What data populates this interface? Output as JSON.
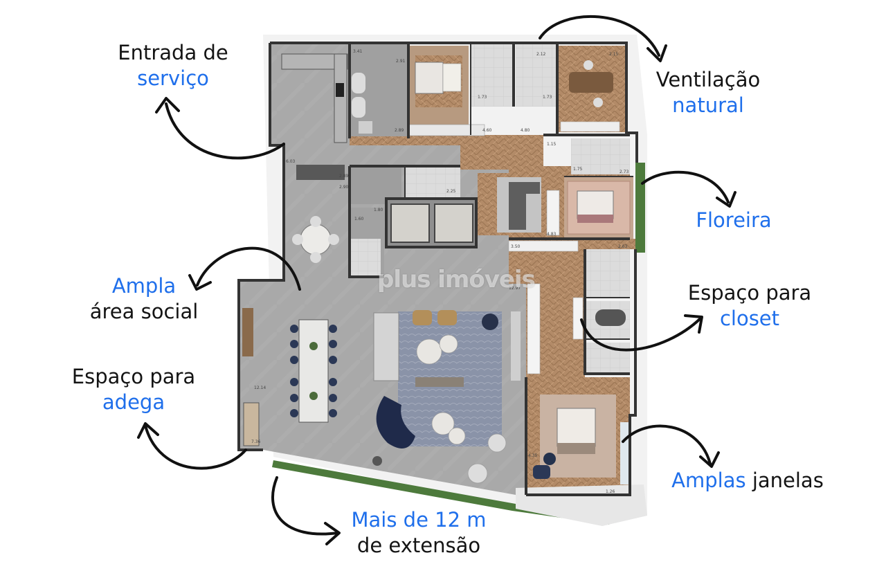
{
  "callouts": {
    "entrada": {
      "line1": "Entrada de",
      "line2": "serviço"
    },
    "ventilacao": {
      "line1": "Ventilação",
      "line2": "natural"
    },
    "floreira": {
      "line1": "Floreira"
    },
    "ampla": {
      "line1": "Ampla",
      "line2": "área social"
    },
    "closet": {
      "line1": "Espaço para",
      "line2": "closet"
    },
    "adega": {
      "line1": "Espaço para",
      "line2": "adega"
    },
    "janelas": {
      "blue": "Amplas",
      "black": " janelas"
    },
    "extensao": {
      "line1": "Mais de 12 m",
      "line2": "de extensão"
    }
  },
  "watermark": "plus imóveis",
  "dimensions": [
    "3.41",
    "2.91",
    "2.89",
    "4.60",
    "4.80",
    "1.73",
    "1.73",
    "2.15",
    "2.12",
    "1.15",
    "2.73",
    "1.75",
    "2.25",
    "2.89",
    "2.90",
    "6.03",
    "1.60",
    "1.80",
    "4.83",
    "3.50",
    "2.63",
    "12.97",
    "12.14",
    "7.36",
    "4.35",
    "1.26"
  ],
  "colors": {
    "accent": "#1f6feb",
    "text": "#141414",
    "floor_gray": "#a7a7a7",
    "wood": "#b08866",
    "wall": "#3a3a3a",
    "planter": "#4d7a3c"
  }
}
